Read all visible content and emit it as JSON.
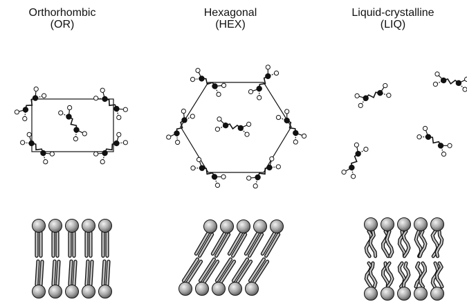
{
  "phases": [
    {
      "id": "or",
      "name": "Orthorhombic",
      "abbr": "(OR)"
    },
    {
      "id": "hex",
      "name": "Hexagonal",
      "abbr": "(HEX)"
    },
    {
      "id": "liq",
      "name": "Liquid-crystalline",
      "abbr": "(LIQ)"
    }
  ],
  "colors": {
    "ink": "#111111",
    "head_light": "#e8e8e8",
    "head_dark": "#6e6e6e",
    "tail_fill": "#c4c4c4",
    "open_atom": "#ffffff"
  }
}
